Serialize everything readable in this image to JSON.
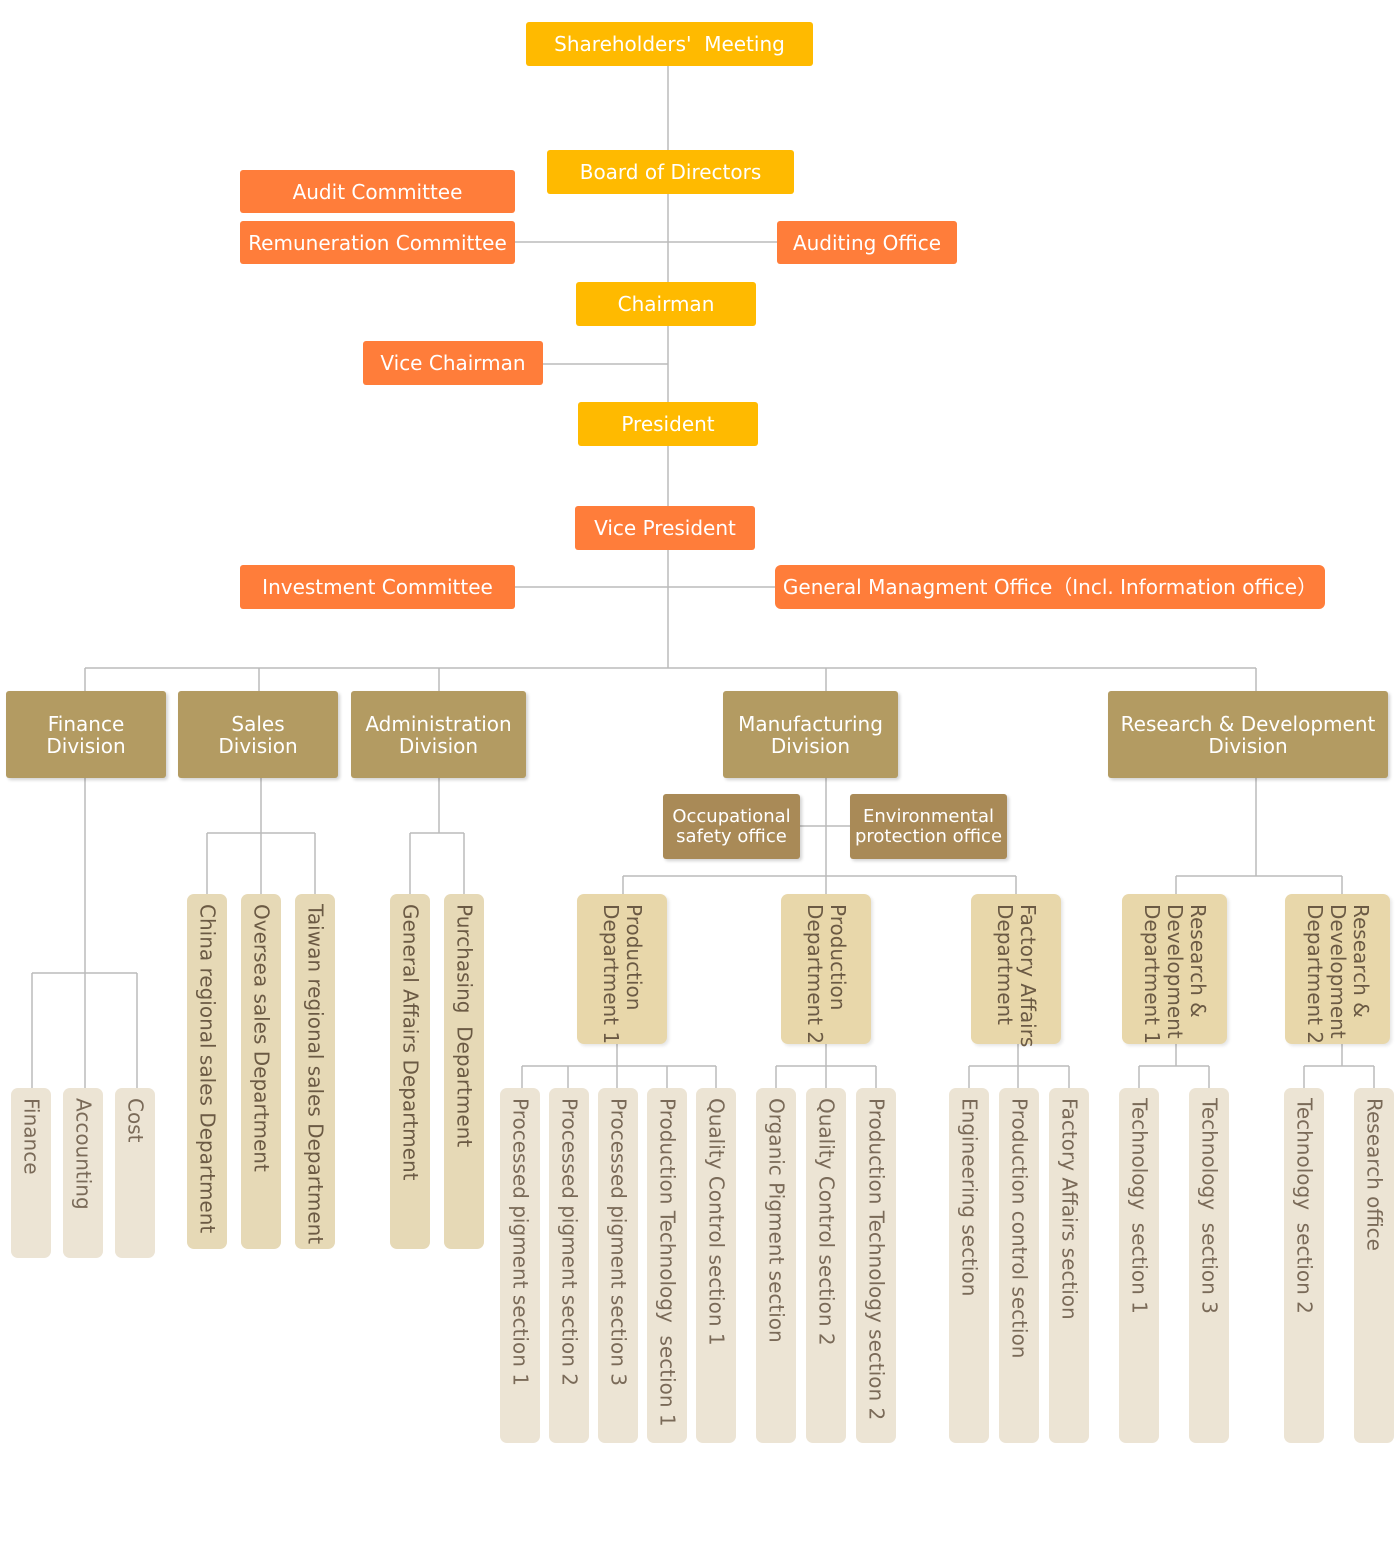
{
  "top": {
    "shareholders": "Shareholders'  Meeting",
    "board": "Board of Directors",
    "audit_committee": "Audit Committee",
    "remuneration_committee": "Remuneration Committee",
    "auditing_office": "Auditing Office",
    "chairman": "Chairman",
    "vice_chairman": "Vice Chairman",
    "president": "President",
    "vice_president": "Vice President",
    "investment_committee": "Investment Committee",
    "general_office": "General Managment Office（Incl. Information office）"
  },
  "divisions": {
    "finance": "Finance\nDivision",
    "sales": "Sales\nDivision",
    "administration": "Administration\nDivision",
    "manufacturing": "Manufacturing\nDivision",
    "rnd": "Research & Development\nDivision"
  },
  "offices": {
    "occupational": "Occupational\nsafety office",
    "environmental": "Environmental\nprotection office"
  },
  "departments": {
    "china_sales": "China regional sales Department",
    "oversea_sales": "Oversea sales Department",
    "taiwan_sales": "Taiwan regional sales Department",
    "general_affairs": "General Affairs Department",
    "purchasing": "Purchasing  Department",
    "production1": "Production\nDepartment 1",
    "production2": "Production\nDepartment 2",
    "factory_affairs": "Factory Affairs\nDepartment",
    "rnd1": "Research &\nDevelopment\nDepartment 1",
    "rnd2": "Research &\nDevelopment\nDepartment 2"
  },
  "sections": {
    "finance": "Finance",
    "accounting": "Accounting",
    "cost": "Cost",
    "pp1": "Processed pigment section 1",
    "pp2": "Processed pigment section 2",
    "pp3": "Processed pigment section 3",
    "pt1": "Production Technology  section 1",
    "qc1": "Quality Control section 1",
    "organic": "Organic Pigment section",
    "qc2": "Quality Control section 2",
    "pt2": "Production Technology section 2",
    "engineering": "Engineering section",
    "prod_control": "Production control section",
    "factory_section": "Factory Affairs section",
    "tech1": "Technology  section 1",
    "tech3": "Technology  section 3",
    "tech2": "Technology  section 2",
    "research_office": "Research office"
  },
  "colors": {
    "executive": "#ffba00",
    "committee": "#ff7d3a",
    "division": "#b39b62",
    "office": "#a98a57",
    "department": "#e8d7aa",
    "section": "#ece4d4",
    "connector": "#bbbbbb"
  }
}
